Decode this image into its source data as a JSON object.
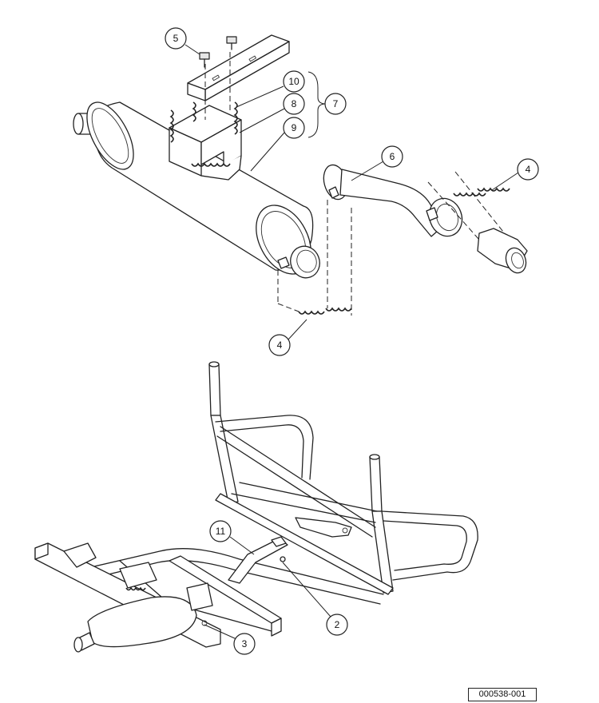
{
  "figure_id": "000538-001",
  "callouts": [
    {
      "id": "callout-5",
      "label": "5"
    },
    {
      "id": "callout-10",
      "label": "10"
    },
    {
      "id": "callout-8",
      "label": "8"
    },
    {
      "id": "callout-7",
      "label": "7"
    },
    {
      "id": "callout-9",
      "label": "9"
    },
    {
      "id": "callout-6",
      "label": "6"
    },
    {
      "id": "callout-4-upper",
      "label": "4"
    },
    {
      "id": "callout-4-lower",
      "label": "4"
    },
    {
      "id": "callout-11",
      "label": "11"
    },
    {
      "id": "callout-2",
      "label": "2"
    },
    {
      "id": "callout-3",
      "label": "3"
    }
  ]
}
